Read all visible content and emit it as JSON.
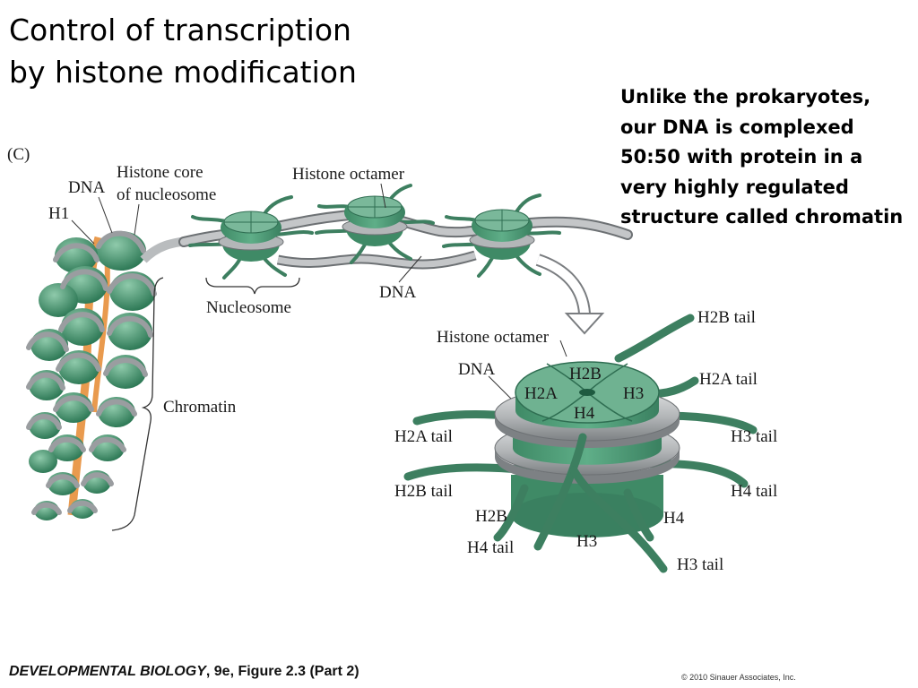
{
  "slide": {
    "title_lines": [
      "Control of transcription",
      "by histone modification"
    ],
    "note_lines": [
      "Unlike  the prokaryotes,",
      "our DNA is complexed",
      "50:50 with protein in a",
      "very highly regulated",
      "structure called chromatin"
    ]
  },
  "figure": {
    "panel": "(C)",
    "labels": {
      "dna_top": "DNA",
      "histone_core_1": "Histone core",
      "histone_core_2": "of nucleosome",
      "h1": "H1",
      "histone_octamer_top": "Histone octamer",
      "nucleosome": "Nucleosome",
      "dna_mid": "DNA",
      "chromatin": "Chromatin",
      "histone_octamer_detail": "Histone octamer",
      "dna_detail": "DNA",
      "h2b_center": "H2B",
      "h2a_center": "H2A",
      "h3_center": "H3",
      "h4_center": "H4",
      "h2b_tail_top": "H2B tail",
      "h2a_tail_right": "H2A tail",
      "h2a_tail_left": "H2A tail",
      "h3_tail_right": "H3 tail",
      "h2b_tail_left": "H2B tail",
      "h4_tail_right": "H4 tail",
      "h2b_lower": "H2B",
      "h4_lower": "H4",
      "h4_tail_bottom": "H4 tail",
      "h3_lower": "H3",
      "h3_tail_bottom": "H3 tail"
    }
  },
  "footer": {
    "book": "DEVELOPMENTAL BIOLOGY",
    "figure_ref": ", 9e, Figure 2.3 (Part 2)",
    "copyright": "© 2010 Sinauer Associates, Inc."
  },
  "colors": {
    "histone_green": "#4e9a78",
    "histone_dark": "#2f6e52",
    "histone_light": "#86c2a4",
    "dna_gray": "#b9bcbe",
    "dna_edge": "#6d7174",
    "h1_orange": "#e99a4e"
  }
}
